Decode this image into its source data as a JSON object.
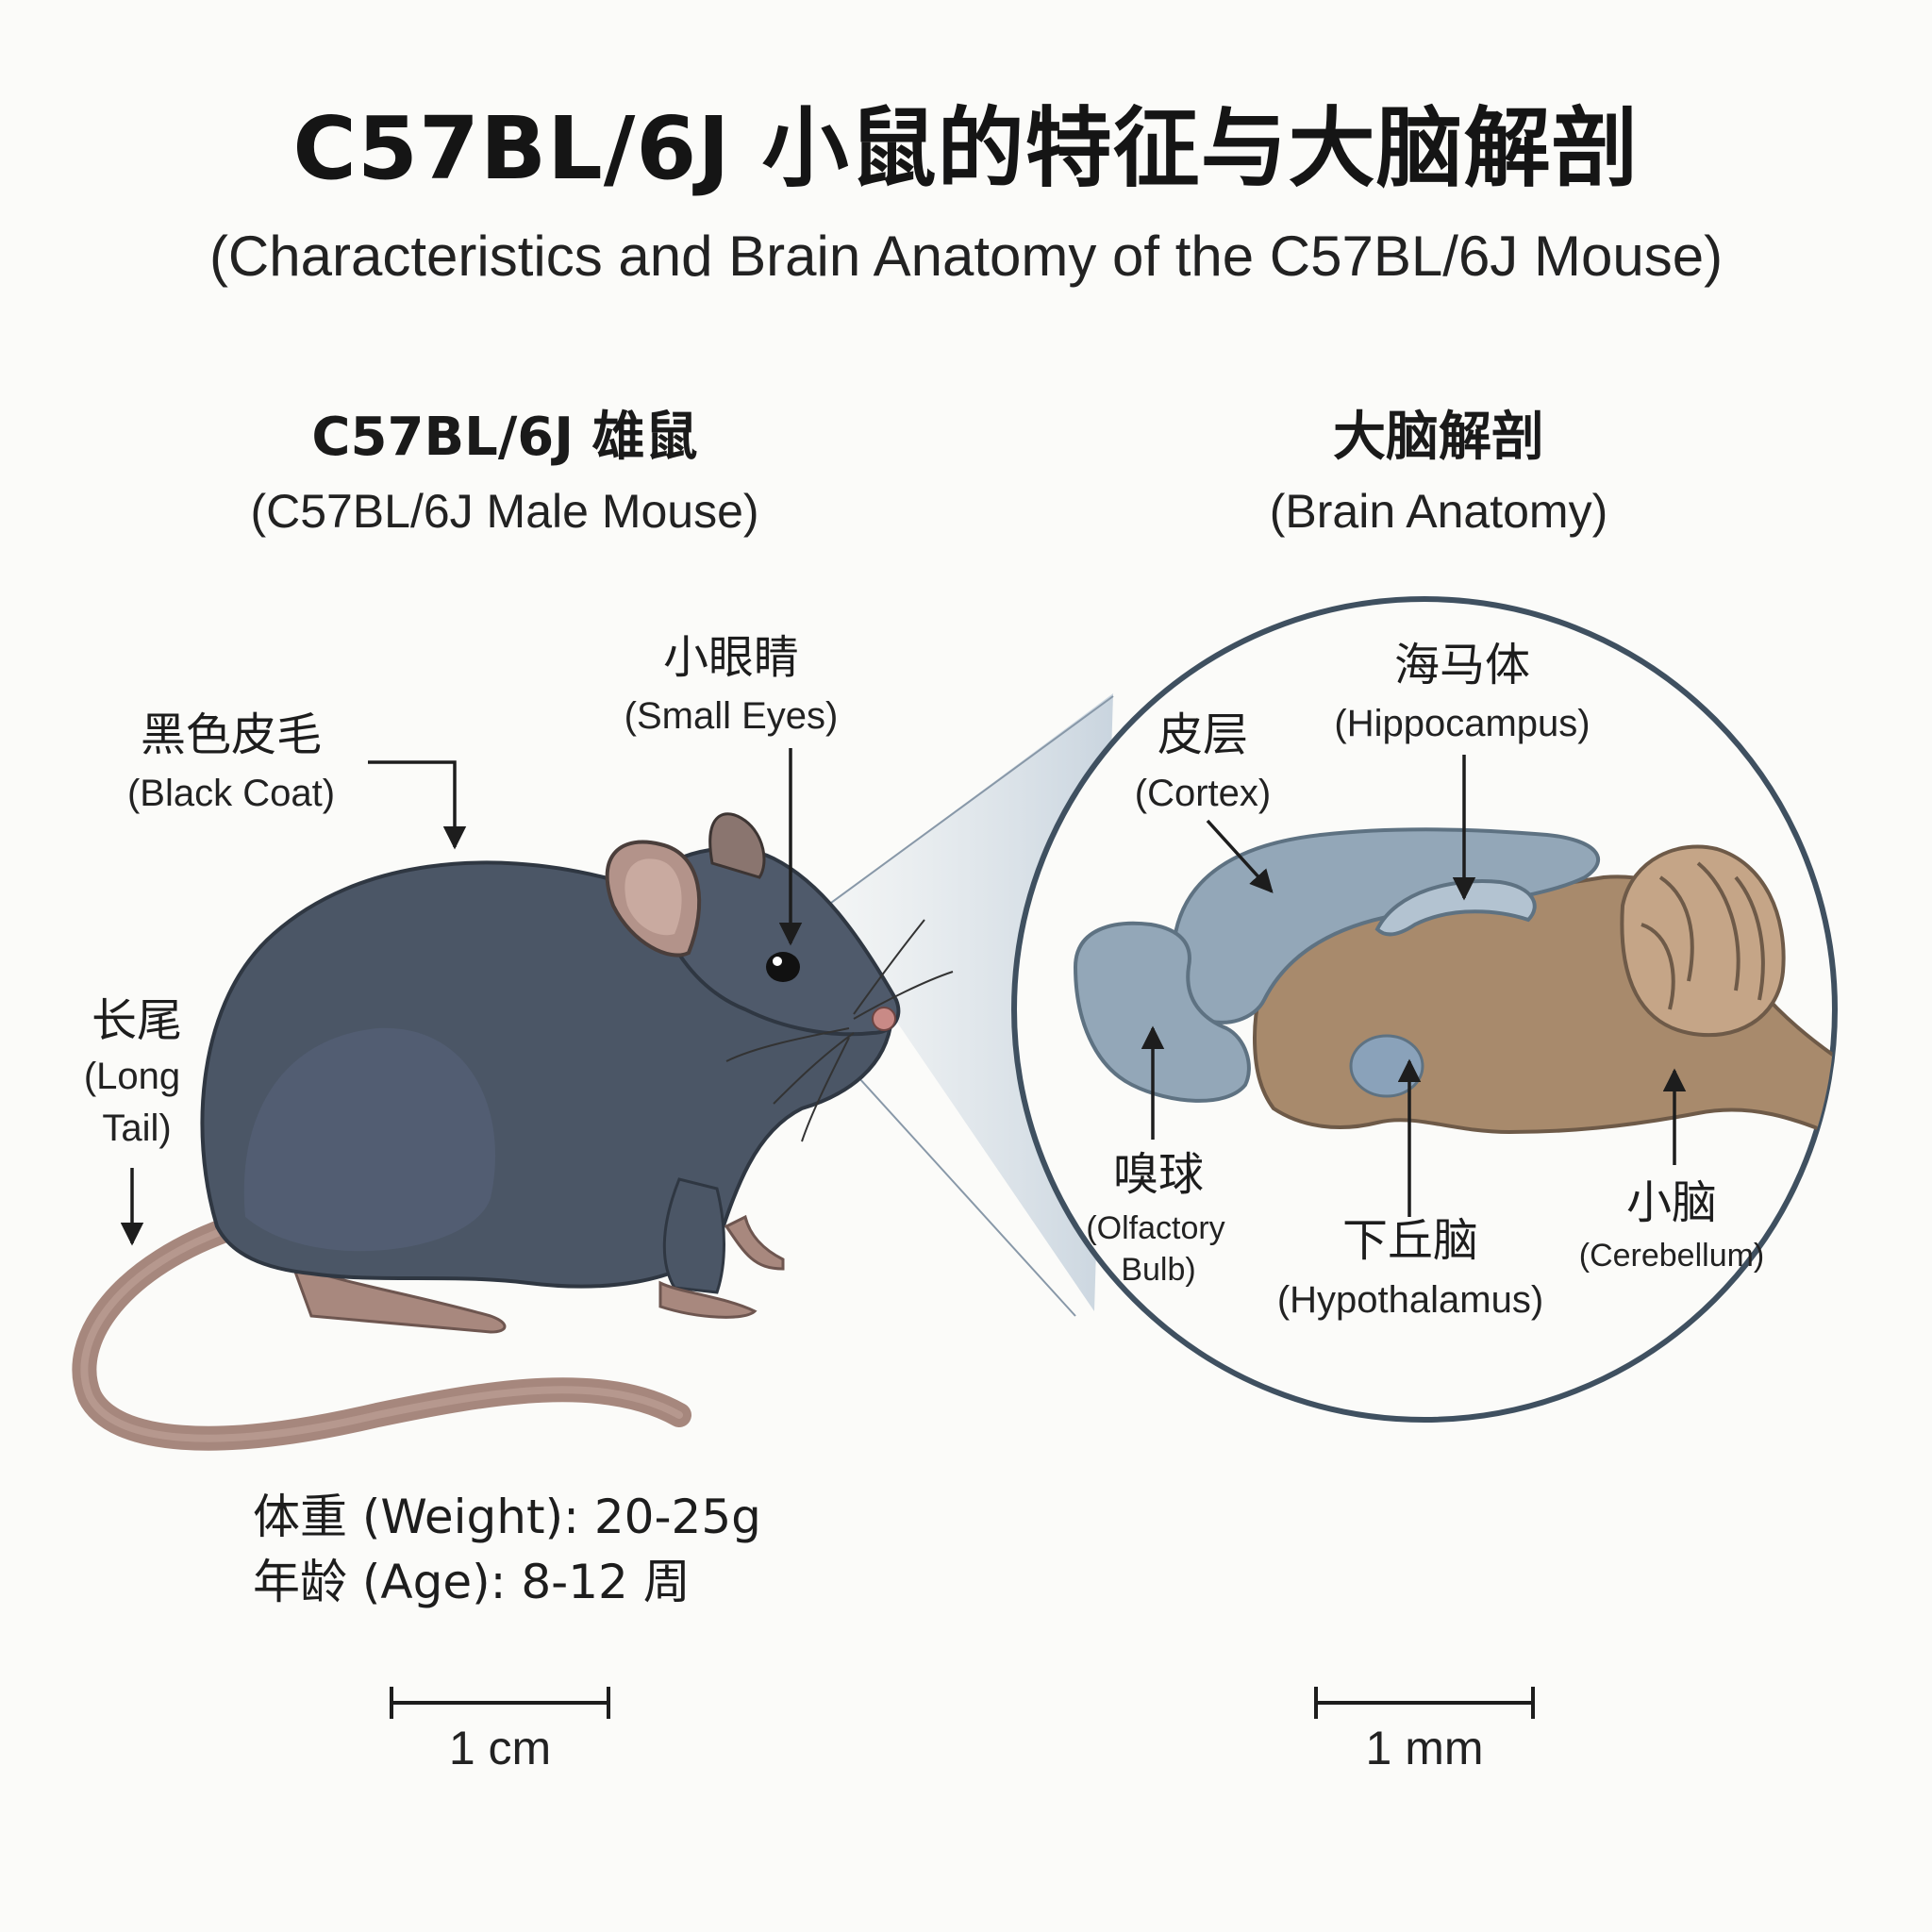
{
  "header": {
    "title": "C57BL/6J 小鼠的特征与大脑解剖",
    "subtitle": "(Characteristics and Brain Anatomy of the C57BL/6J Mouse)"
  },
  "mouse_panel": {
    "title_cn": "C57BL/6J 雄鼠",
    "title_en": "(C57BL/6J Male Mouse)",
    "labels": {
      "coat_cn": "黑色皮毛",
      "coat_en": "(Black Coat)",
      "eyes_cn": "小眼睛",
      "eyes_en": "(Small Eyes)",
      "tail_cn": "长尾",
      "tail_en_1": "(Long",
      "tail_en_2": "Tail)"
    },
    "info": {
      "weight": "体重 (Weight): 20-25g",
      "age": "年龄 (Age): 8-12 周"
    },
    "scale": "1 cm"
  },
  "brain_panel": {
    "title_cn": "大脑解剖",
    "title_en": "(Brain Anatomy)",
    "labels": {
      "cortex_cn": "皮层",
      "cortex_en": "(Cortex)",
      "hippo_cn": "海马体",
      "hippo_en": "(Hippocampus)",
      "olf_cn": "嗅球",
      "olf_en_1": "(Olfactory",
      "olf_en_2": "Bulb)",
      "hypo_cn": "下丘脑",
      "hypo_en": "(Hypothalamus)",
      "cereb_cn": "小脑",
      "cereb_en": "(Cerebellum)"
    },
    "scale": "1 mm"
  },
  "colors": {
    "fur": "#4b5666",
    "skin": "#b3938a",
    "cortex": "#93a7b8",
    "brainstem": "#a88a6c",
    "circle": "#3f5060"
  }
}
